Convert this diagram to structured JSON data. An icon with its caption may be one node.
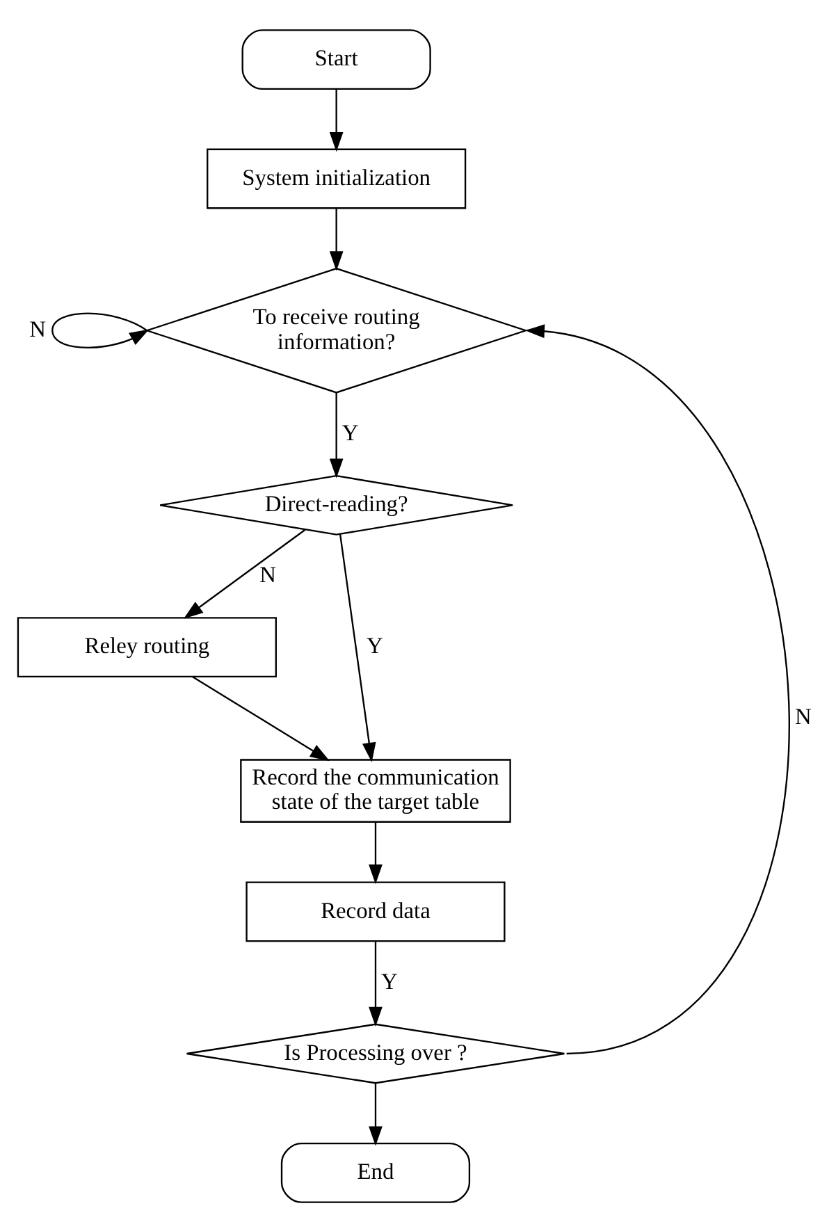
{
  "diagram": {
    "nodes": [
      {
        "text": [
          "Start"
        ]
      },
      {
        "text": [
          "System initialization"
        ]
      },
      {
        "text": [
          "To receive routing information?"
        ]
      },
      {
        "text": [
          "Direct-reading?"
        ]
      },
      {
        "text": [
          "Reley routing"
        ]
      },
      {
        "text": [
          "Record the communication state of the target table"
        ]
      },
      {
        "text": [
          "Record data"
        ]
      },
      {
        "text": [
          "Is Processing over ?"
        ]
      },
      {
        "text": [
          "End"
        ]
      }
    ],
    "edges": [
      {
        "from": 0,
        "to": 1,
        "arrow": "to"
      },
      {
        "from": 1,
        "to": 2,
        "arrow": "to"
      },
      {
        "from": 2,
        "to": 2,
        "arrow": "to",
        "label": "N"
      },
      {
        "from": 2,
        "to": 3,
        "arrow": "to",
        "label": "Y"
      },
      {
        "from": 3,
        "to": 4,
        "arrow": "to",
        "label": "N"
      },
      {
        "from": 3,
        "to": 5,
        "arrow": "to",
        "label": "Y"
      },
      {
        "from": 4,
        "to": 5,
        "arrow": "to"
      },
      {
        "from": 5,
        "to": 6,
        "arrow": "to"
      },
      {
        "from": 6,
        "to": 7,
        "arrow": "to",
        "label": "Y"
      },
      {
        "from": 7,
        "to": 8,
        "arrow": "to"
      },
      {
        "from": 7,
        "to": 2,
        "arrow": "to",
        "label": "N"
      }
    ]
  }
}
